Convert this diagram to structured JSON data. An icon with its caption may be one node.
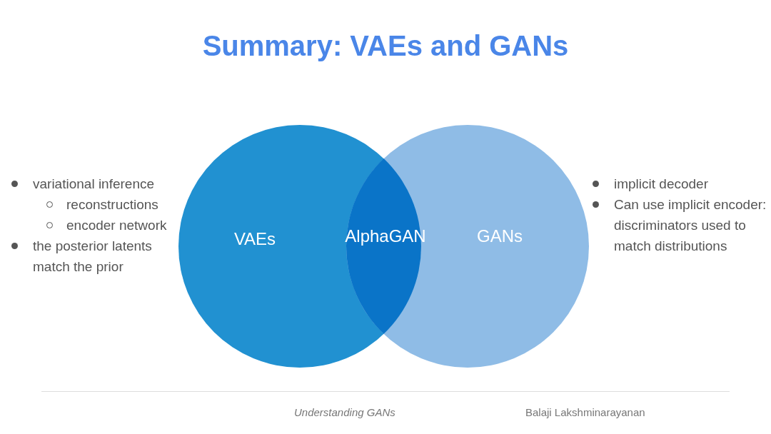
{
  "diagram": {
    "title": "Summary: VAEs and GANs",
    "nodes": [
      {
        "text": [
          "VAEs"
        ]
      },
      {
        "text": [
          "GANs"
        ]
      },
      {
        "text": [
          "AlphaGAN"
        ]
      }
    ],
    "labels": [
      "variational inference",
      "reconstructions",
      "encoder network",
      "the posterior latents match the prior",
      "implicit decoder",
      "Can use implicit encoder: discriminators used to match distributions",
      "Understanding GANs",
      "Balaji Lakshminarayanan"
    ]
  }
}
